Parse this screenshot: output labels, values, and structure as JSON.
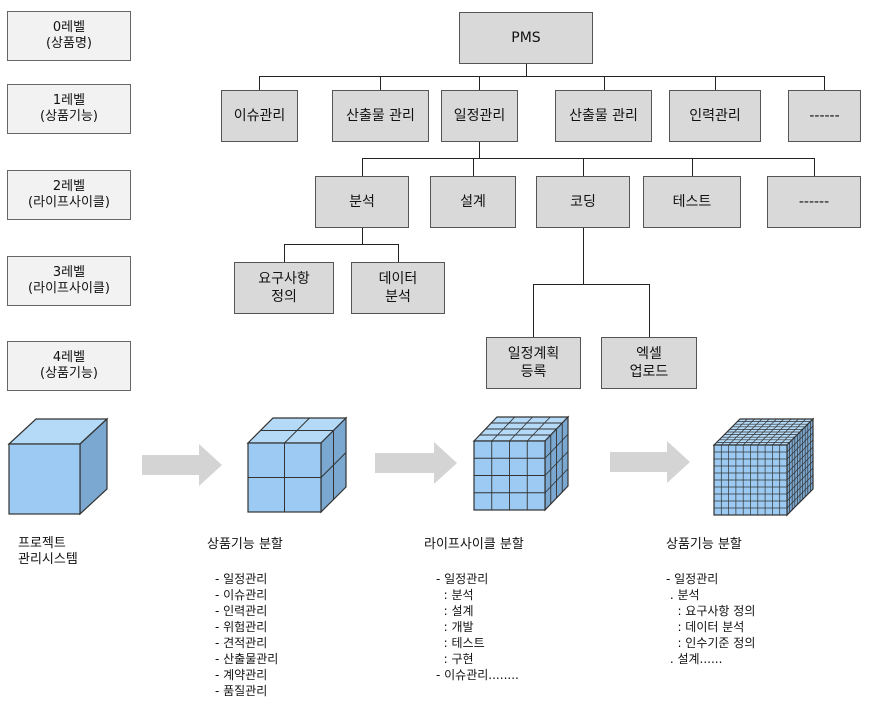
{
  "levels": [
    "0레벨\n(상품명)",
    "1레벨\n(상품기능)",
    "2레벨\n(라이프사이클)",
    "3레벨\n(라이프사이클)",
    "4레벨\n(상품기능)"
  ],
  "tree": {
    "root": "PMS",
    "l1": [
      "이슈관리",
      "산출물 관리",
      "일정관리",
      "산출물 관리",
      "인력관리",
      "------"
    ],
    "l2": [
      "분석",
      "설계",
      "코딩",
      "테스트",
      "------"
    ],
    "l3": [
      "요구사항\n정의",
      "데이터\n분석"
    ],
    "l4": [
      "일정계획\n등록",
      "엑셀\n업로드"
    ]
  },
  "colors": {
    "node": "#d9d9d9",
    "level_box": "#f2f2f2",
    "cube": "#9ccaf2",
    "arrow": "#d4d4d4"
  },
  "captions": [
    "프로젝트\n관리시스템",
    "상품기능 분할",
    "라이프사이클 분할",
    "상품기능 분할"
  ],
  "lists": {
    "a": [
      "- 일정관리",
      "- 이슈관리",
      "- 인력관리",
      "- 위험관리",
      "- 견적관리",
      "- 산출물관리",
      "- 계약관리",
      "- 품질관리"
    ],
    "b": [
      "- 일정관리",
      "  : 분석",
      "  : 설계",
      "  : 개발",
      "  : 테스트",
      "  : 구현",
      "- 이슈관리........"
    ],
    "c": [
      "- 일정관리",
      " . 분석",
      "   : 요구사항 정의",
      "   : 데이터 분석",
      "   : 인수기준 정의",
      " . 설계......"
    ]
  }
}
